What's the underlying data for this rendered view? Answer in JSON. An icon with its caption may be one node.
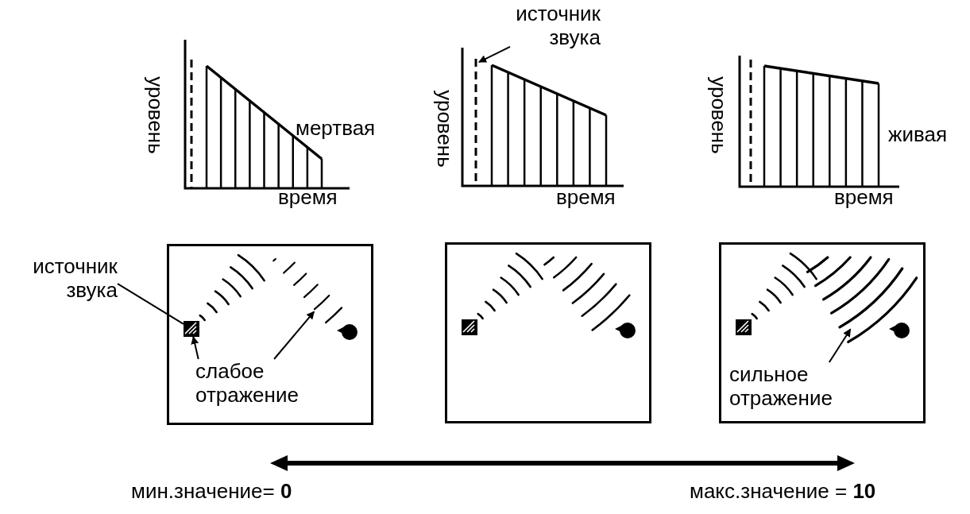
{
  "diagram": {
    "nodes": [
      {
        "text": [
          "источник звука"
        ]
      },
      {
        "text": [],
        "shape": "line"
      },
      {
        "text": [],
        "shape": "box"
      },
      {
        "text": [
          "источник звука"
        ]
      },
      {
        "text": [],
        "shape": "box",
        "in": 2
      },
      {
        "text": [
          "слабое отражение"
        ],
        "in": 2
      },
      {
        "text": [],
        "shape": "arc",
        "in": 2
      },
      {
        "text": [],
        "shape": "box"
      },
      {
        "text": [],
        "shape": "box"
      },
      {
        "text": [
          "сильное отражение"
        ],
        "in": 8
      },
      {
        "text": [],
        "shape": "arc",
        "in": 8
      }
    ],
    "edges": [
      {
        "from": 0,
        "to": 1,
        "arrow": "to"
      },
      {
        "from": 3,
        "to": 4,
        "arrow": "none"
      },
      {
        "from": 5,
        "to": 4,
        "arrow": "to"
      },
      {
        "from": 5,
        "to": 6,
        "arrow": "to"
      },
      {
        "from": 9,
        "to": 10,
        "arrow": "to"
      }
    ],
    "labels": [
      "уровень",
      "мертвая",
      "время",
      "уровень",
      "время",
      "уровень",
      "живая",
      "время",
      "мин.значение= **0**",
      "макс.значение = **10**"
    ]
  }
}
